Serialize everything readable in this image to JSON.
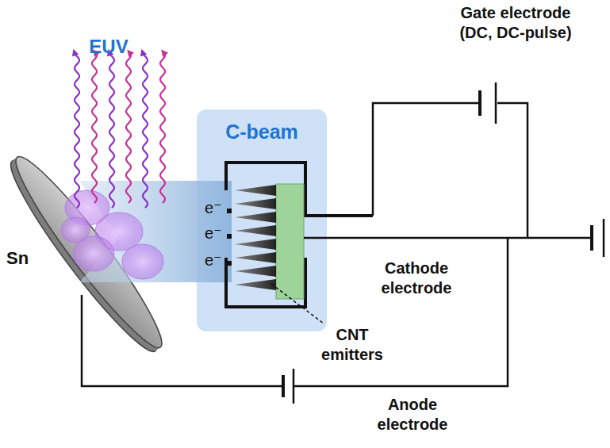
{
  "diagram": {
    "nodes": [
      {
        "text": [
          "C-beam"
        ]
      }
    ],
    "labels": [
      "EUV",
      "Gate electrode (DC, DC-pulse)",
      "Sn",
      "e⁻",
      "e⁻",
      "e⁻",
      "Cathode electrode",
      "CNT emitters",
      "Anode electrode"
    ]
  }
}
